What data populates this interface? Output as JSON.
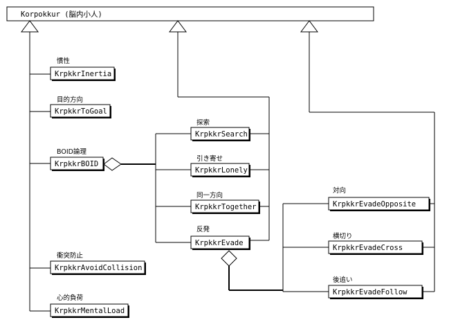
{
  "root": {
    "name": "Korpokkur (脳内小人)"
  },
  "classes": {
    "inertia": {
      "label": "慣性",
      "name": "KrpkkrInertia"
    },
    "togoal": {
      "label": "目的方向",
      "name": "KrpkkrToGoal"
    },
    "boid": {
      "label": "BOID論理",
      "name": "KrpkkrBOID"
    },
    "avoidcollision": {
      "label": "衝突防止",
      "name": "KrpkkrAvoidCollision"
    },
    "mentalload": {
      "label": "心的負荷",
      "name": "KrpkkrMentalLoad"
    },
    "search": {
      "label": "探索",
      "name": "KrpkkrSearch"
    },
    "lonely": {
      "label": "引き寄せ",
      "name": "KrpkkrLonely"
    },
    "together": {
      "label": "同一方向",
      "name": "KrpkkrTogether"
    },
    "evade": {
      "label": "反発",
      "name": "KrpkkrEvade"
    },
    "opposite": {
      "label": "対向",
      "name": "KrpkkrEvadeOpposite"
    },
    "cross": {
      "label": "横切り",
      "name": "KrpkkrEvadeCross"
    },
    "follow": {
      "label": "後追い",
      "name": "KrpkkrEvadeFollow"
    }
  }
}
